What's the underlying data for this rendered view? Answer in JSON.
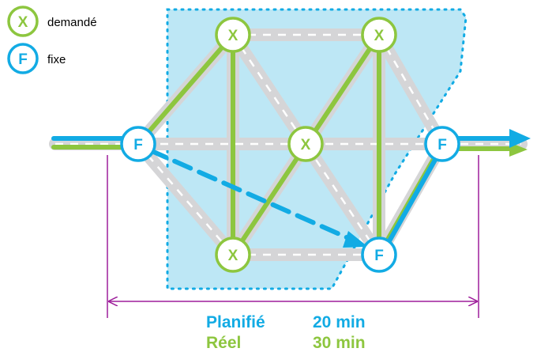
{
  "colors": {
    "blue": "#12ABE4",
    "green": "#8DC63F",
    "zone": "#BDE7F5",
    "road": "#D9D9D9",
    "purple": "#9E1F9B"
  },
  "legend": {
    "demanded": {
      "symbol": "X",
      "label": "demandé"
    },
    "fixed": {
      "symbol": "F",
      "label": "fixe"
    }
  },
  "nodes": {
    "fixed_symbol": "F",
    "demanded_symbol": "X"
  },
  "summary": {
    "planned_label": "Planifié",
    "planned_value": "20 min",
    "actual_label": "Réel",
    "actual_value": "30 min"
  }
}
